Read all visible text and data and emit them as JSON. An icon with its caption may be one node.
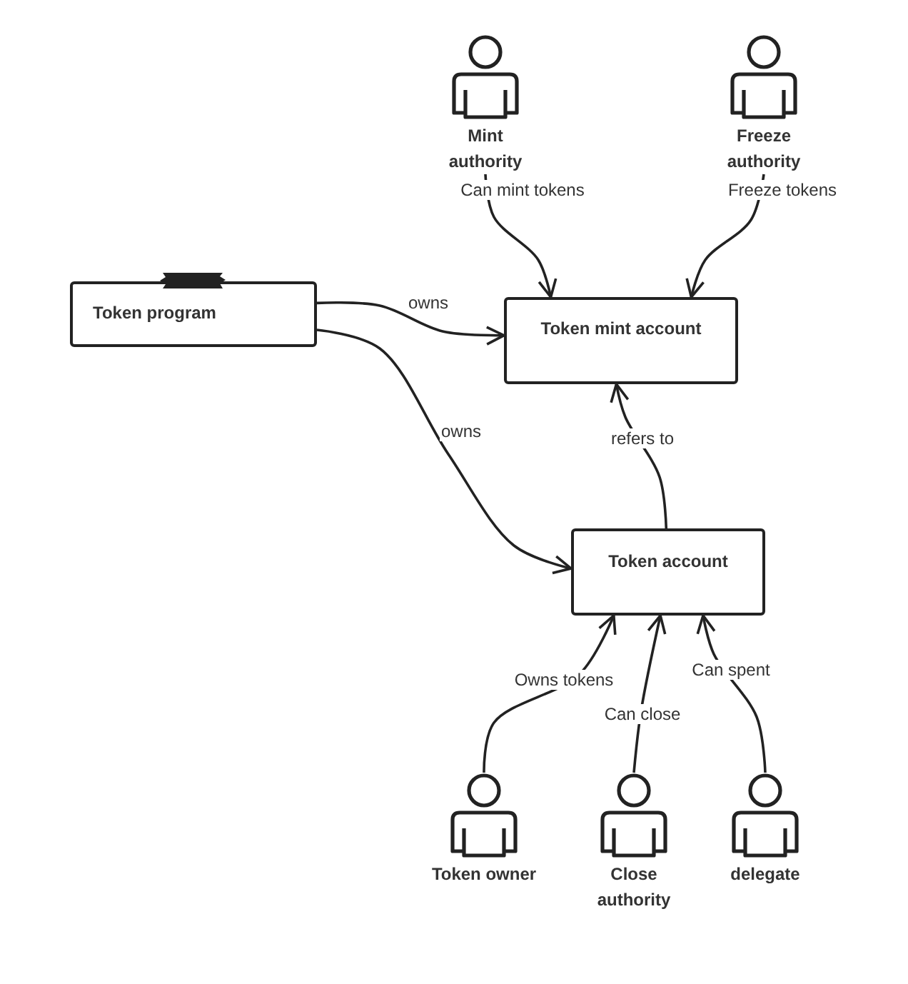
{
  "diagram": {
    "nodes": [
      {
        "text": [
          "Mint authority"
        ]
      },
      {
        "text": [
          "Freeze authority"
        ]
      },
      {
        "text": [
          "Token program"
        ]
      },
      {
        "text": [
          "Token mint account"
        ]
      },
      {
        "text": [
          "Token account"
        ]
      },
      {
        "text": [
          "Token owner"
        ]
      },
      {
        "text": [
          "Close authority"
        ]
      },
      {
        "text": [
          "delegate"
        ]
      }
    ],
    "edges": [
      {
        "from": 0,
        "to": 3,
        "arrow": "to",
        "label": "Can mint tokens"
      },
      {
        "from": 1,
        "to": 3,
        "arrow": "to",
        "label": "Freeze tokens"
      },
      {
        "from": 2,
        "to": 3,
        "arrow": "to",
        "label": "owns"
      },
      {
        "from": 2,
        "to": 4,
        "arrow": "to",
        "label": "owns"
      },
      {
        "from": 4,
        "to": 3,
        "arrow": "to",
        "label": "refers to"
      },
      {
        "from": 5,
        "to": 4,
        "arrow": "to",
        "label": "Owns tokens"
      },
      {
        "from": 6,
        "to": 4,
        "arrow": "to",
        "label": "Can close"
      },
      {
        "from": 7,
        "to": 4,
        "arrow": "to",
        "label": "Can spent"
      }
    ]
  }
}
